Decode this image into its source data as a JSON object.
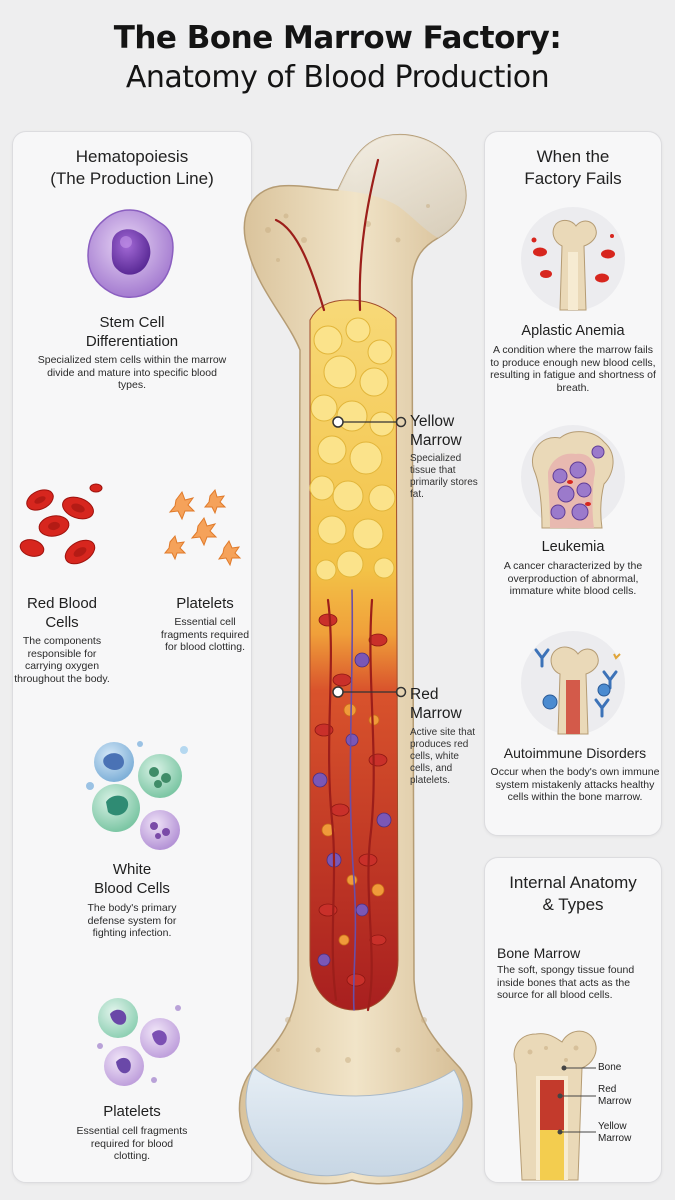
{
  "title": {
    "line1": "The Bone Marrow Factory:",
    "line2": "Anatomy of Blood Production"
  },
  "left_panel": {
    "heading_line1": "Hematopoiesis",
    "heading_line2": "(The Production Line)",
    "stem": {
      "title_line1": "Stem Cell",
      "title_line2": "Differentiation",
      "desc": "Specialized stem cells within the marrow divide and mature into specific blood types."
    },
    "rbc": {
      "title_line1": "Red Blood",
      "title_line2": "Cells",
      "desc": "The components responsible for carrying oxygen throughout the body."
    },
    "platelets_top": {
      "title": "Platelets",
      "desc": "Essential cell fragments required for blood clotting."
    },
    "wbc": {
      "title_line1": "White",
      "title_line2": "Blood Cells",
      "desc": "The body's primary defense system for fighting infection."
    },
    "platelets_bottom": {
      "title": "Platelets",
      "desc": "Essential cell fragments required for blood clotting."
    }
  },
  "bone_labels": {
    "yellow": {
      "line1": "Yellow",
      "line2": "Marrow",
      "desc": "Specialized tissue that primarily stores fat."
    },
    "red": {
      "line1": "Red",
      "line2": "Marrow",
      "desc": "Active site that produces red cells, white cells, and platelets."
    }
  },
  "right_top_panel": {
    "heading_line1": "When the",
    "heading_line2": "Factory Fails",
    "aplastic": {
      "title": "Aplastic Anemia",
      "desc": "A condition where the marrow fails to produce enough new blood cells, resulting in fatigue and shortness of breath."
    },
    "leukemia": {
      "title": "Leukemia",
      "desc": "A cancer characterized by the overproduction of abnormal, immature white blood cells."
    },
    "autoimmune": {
      "title": "Autoimmune Disorders",
      "desc": "Occur when the body's own immune system mistakenly attacks healthy cells within the bone marrow."
    }
  },
  "right_bottom_panel": {
    "heading_line1": "Internal Anatomy",
    "heading_line2": "& Types",
    "bm_title": "Bone Marrow",
    "bm_desc": "The soft, spongy tissue found inside bones that acts as the source for all blood cells.",
    "labels": {
      "bone": "Bone",
      "red": "Red Marrow",
      "yellow": "Yellow Marrow"
    }
  },
  "colors": {
    "background": "#eeeeef",
    "bone": "#ead9b8",
    "yellow_marrow": "#f2c94c",
    "red_marrow": "#c0392b",
    "white_cell": "#8e6cc8"
  }
}
